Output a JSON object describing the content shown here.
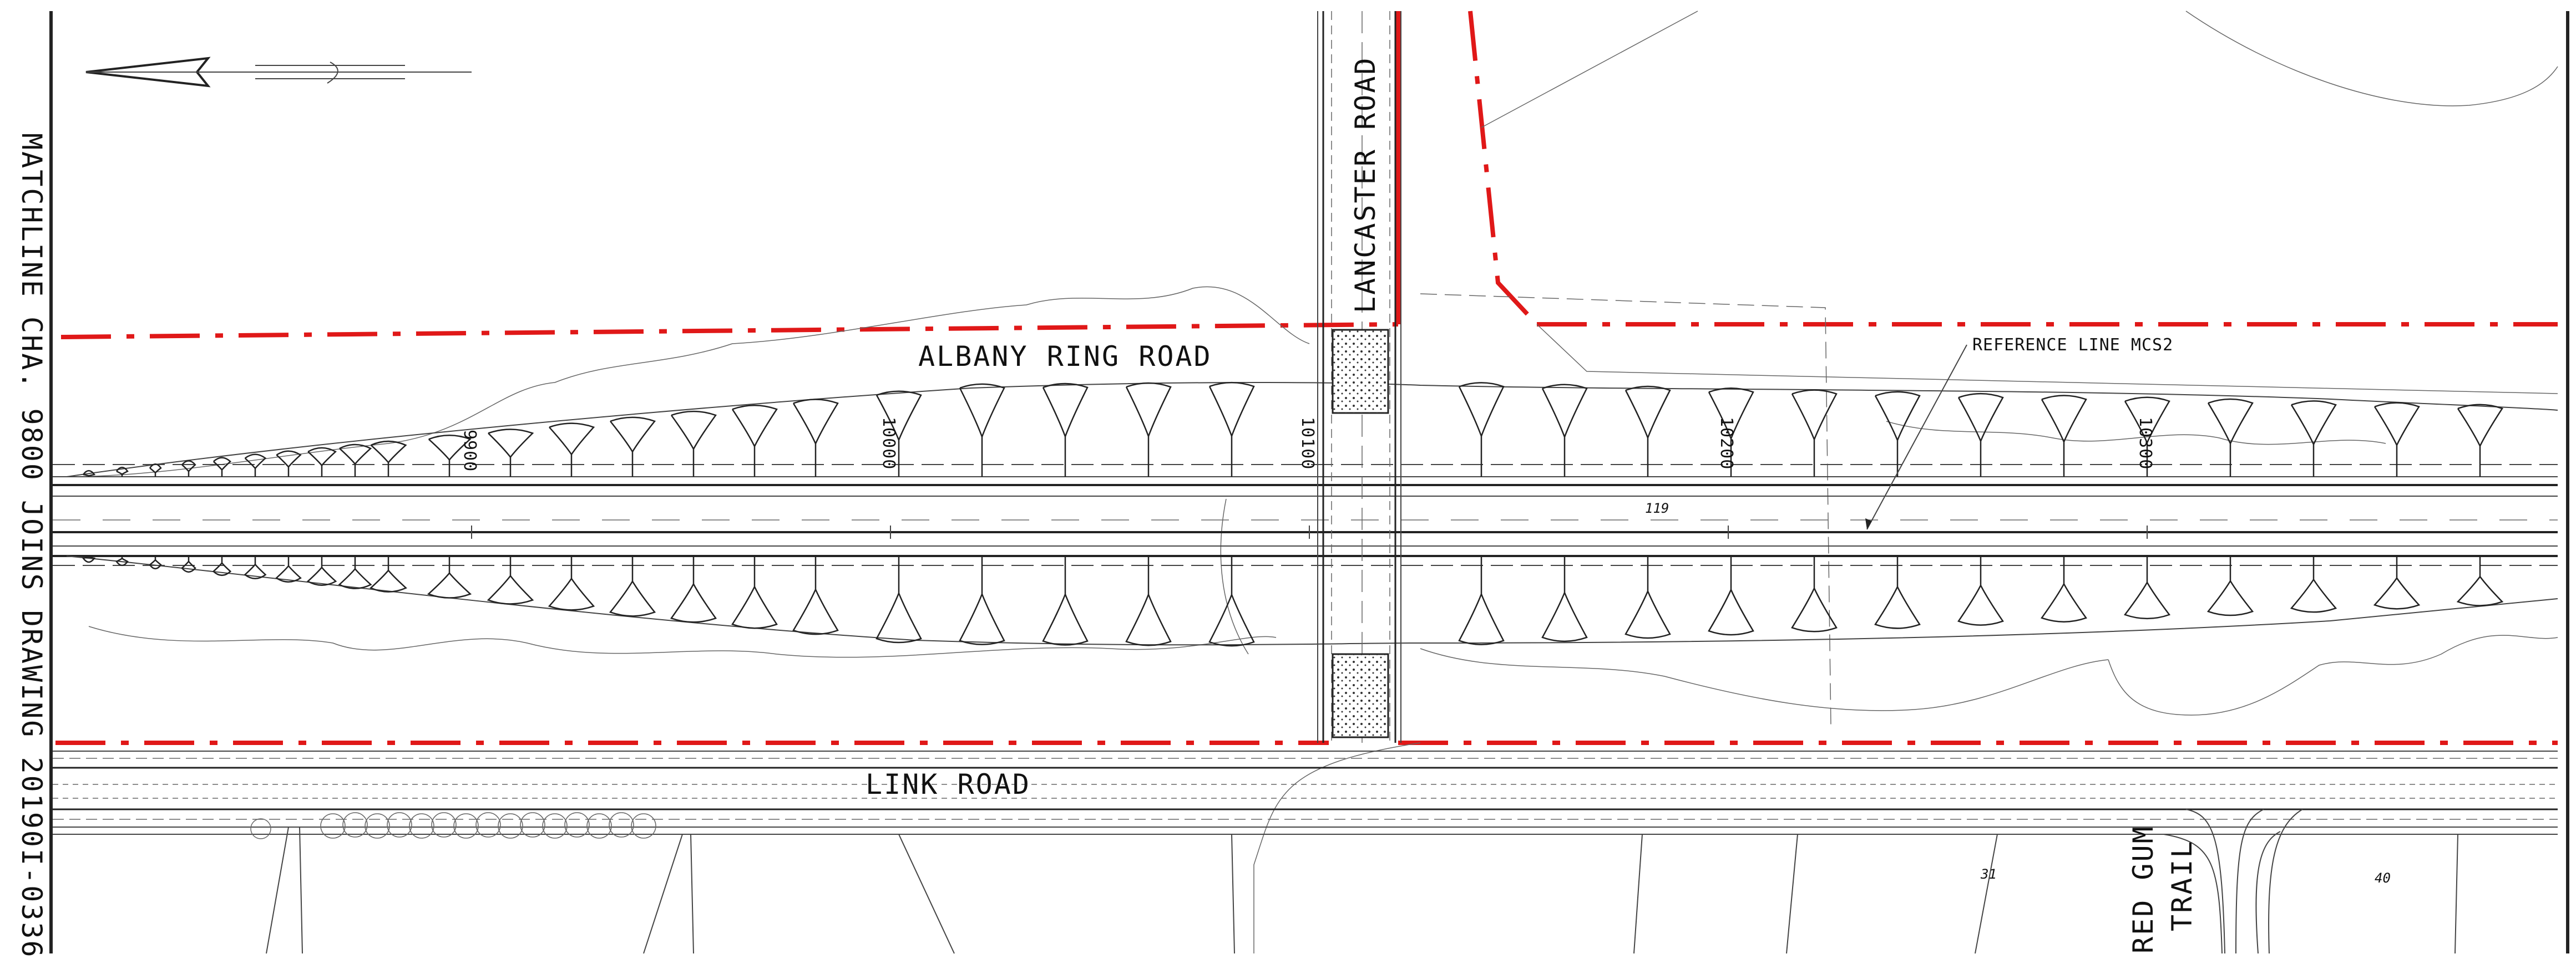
{
  "drawing": {
    "matchline_left": "MATCHLINE CHA. 9800 JOINS DRAWING 20190I-0336",
    "matchline_right": "",
    "roads": {
      "main": "ALBANY RING ROAD",
      "cross": "LANCASTER ROAD",
      "service": "LINK ROAD",
      "side": [
        "RED GUM",
        "TRAIL"
      ]
    },
    "callout": "REFERENCE LINE MCS2",
    "chainages": [
      "9900",
      "10000",
      "10100",
      "10200",
      "10300"
    ],
    "small_labels": [
      "119",
      "31",
      "40"
    ]
  },
  "colors": {
    "boundary": "#e01818",
    "linework": "#222222",
    "background": "#ffffff"
  },
  "icons": {
    "north_arrow": "north-arrow-icon"
  }
}
